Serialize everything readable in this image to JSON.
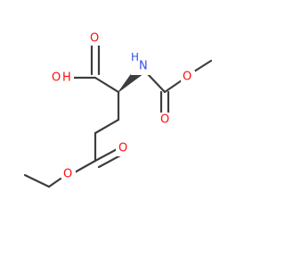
{
  "colors": {
    "bond": "#3d3d3d",
    "oxygen": "#ff0d0d",
    "nitrogen": "#3050f8",
    "background": "#ffffff"
  },
  "labels": {
    "acid_oh": "O",
    "acid_oh_h": "H",
    "acid_carbonyl_o": "O",
    "nh_n": "N",
    "nh_h": "H",
    "carbamate_o": "O",
    "carbamate_ether_o": "O",
    "ester_carbonyl_o": "O",
    "ester_ether_o": "O"
  }
}
